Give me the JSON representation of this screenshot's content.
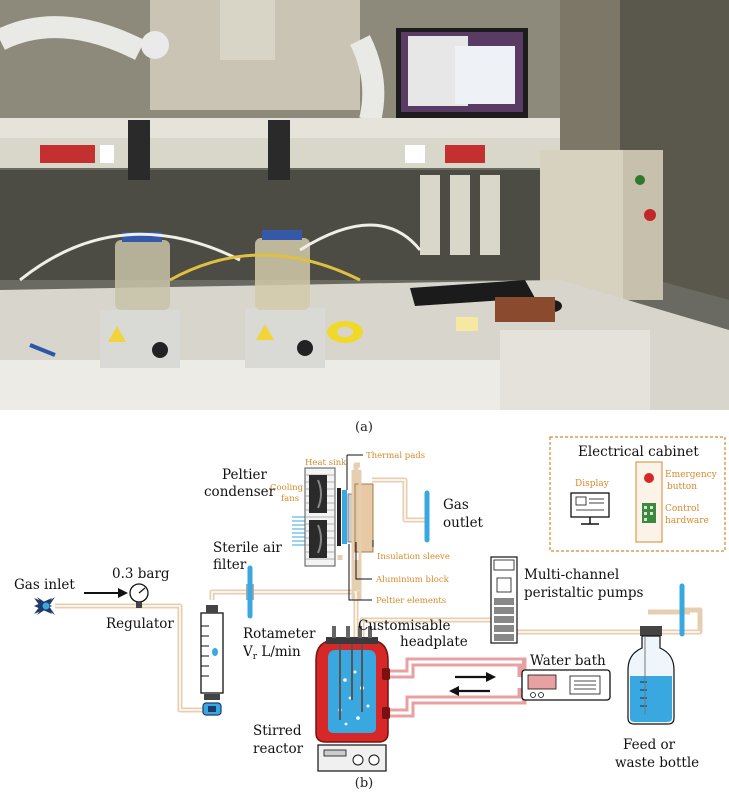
{
  "figure": {
    "photo_caption": "(a)",
    "diagram_caption": "(b)"
  },
  "labels": {
    "gas_inlet": "Gas inlet",
    "pressure": "0.3 barg",
    "regulator": "Regulator",
    "sterile_air_line1": "Sterile air",
    "sterile_air_line2": "filter",
    "rotameter_line1": "Rotameter",
    "rotameter_line2_main": "V",
    "rotameter_line2_sub": "r",
    "rotameter_line2_rest": " L/min",
    "peltier_line1": "Peltier",
    "peltier_line2": "condenser",
    "heat_sink": "Heat sink",
    "cooling_fans_line1": "Cooling",
    "cooling_fans_line2": "fans",
    "thermal_pads": "Thermal pads",
    "insulation_sleeve": "Insulation sleeve",
    "aluminium_block": "Aluminium block",
    "peltier_elements": "Peltier elements",
    "gas_outlet_line1": "Gas",
    "gas_outlet_line2": "outlet",
    "headplate_line1": "Customisable",
    "headplate_line2": "headplate",
    "pumps_line1": "Multi-channel",
    "pumps_line2": "peristaltic pumps",
    "water_bath": "Water bath",
    "stirred_line1": "Stirred",
    "stirred_line2": "reactor",
    "feed_line1": "Feed or",
    "feed_line2": "waste bottle"
  },
  "cabinet": {
    "title": "Electrical cabinet",
    "display": "Display",
    "emergency_line1": "Emergency",
    "emergency_line2": "button",
    "control_line1": "Control",
    "control_line2": "hardware"
  },
  "colors": {
    "accent_orange": "#d58a2c",
    "water_blue": "#3aa8e0",
    "reactor_red": "#d62828",
    "tube_pink": "#e8a0a0",
    "tube_tan": "#e6cfb0"
  }
}
